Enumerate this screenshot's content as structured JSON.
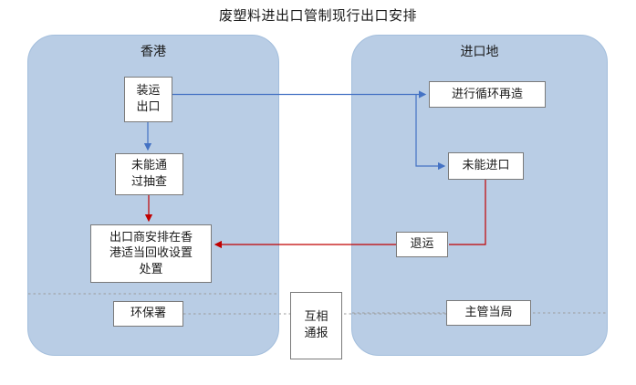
{
  "title": "废塑料进出口管制现行出口安排",
  "regions": {
    "hongkong": {
      "label": "香港"
    },
    "import_place": {
      "label": "进口地"
    }
  },
  "nodes": {
    "shipment": "装运\n出口",
    "recycle": "进行循环再造",
    "fail_check": "未能通\n过抽查",
    "fail_import": "未能进口",
    "exporter_disposal": "出口商安排在香\n港适当回收设置\n处置",
    "return_shipment": "退运",
    "epd": "环保署",
    "mutual_notify": "互相\n通报",
    "authority": "主管当局"
  },
  "colors": {
    "container_fill": "#b9cde5",
    "node_border": "#7a7a7a",
    "arrow_blue": "#4472c4",
    "arrow_red": "#c00000",
    "dashed_line": "#9b9b9b"
  }
}
